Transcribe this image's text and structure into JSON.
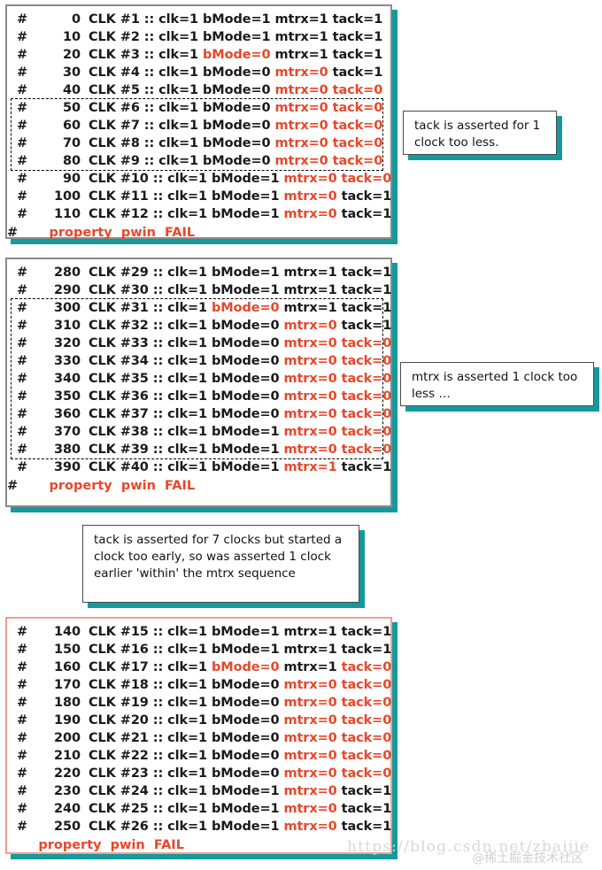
{
  "panels": [
    {
      "id": "panel-1",
      "border": "gray",
      "lines": [
        {
          "hash": "#",
          "time": "0",
          "clk": "CLK #1 :: clk=1 ",
          "parts": [
            {
              "t": "bMode=1 ",
              "c": "blk"
            },
            {
              "t": "mtrx=1 ",
              "c": "blk"
            },
            {
              "t": "tack=1",
              "c": "blk"
            }
          ]
        },
        {
          "hash": "#",
          "time": "10",
          "clk": "CLK #2 :: clk=1 ",
          "parts": [
            {
              "t": "bMode=1 ",
              "c": "blk"
            },
            {
              "t": "mtrx=1 ",
              "c": "blk"
            },
            {
              "t": "tack=1",
              "c": "blk"
            }
          ]
        },
        {
          "hash": "#",
          "time": "20",
          "clk": "CLK #3 :: clk=1 ",
          "parts": [
            {
              "t": "bMode=0 ",
              "c": "red"
            },
            {
              "t": "mtrx=1 ",
              "c": "blk"
            },
            {
              "t": "tack=1",
              "c": "blk"
            }
          ]
        },
        {
          "hash": "#",
          "time": "30",
          "clk": "CLK #4 :: clk=1 ",
          "parts": [
            {
              "t": "bMode=0 ",
              "c": "blk"
            },
            {
              "t": "mtrx=0 ",
              "c": "red"
            },
            {
              "t": "tack=1",
              "c": "blk"
            }
          ]
        },
        {
          "hash": "#",
          "time": "40",
          "clk": "CLK #5 :: clk=1 ",
          "parts": [
            {
              "t": "bMode=0 ",
              "c": "blk"
            },
            {
              "t": "mtrx=0 ",
              "c": "red"
            },
            {
              "t": "tack=0",
              "c": "red"
            }
          ]
        },
        {
          "hash": "#",
          "time": "50",
          "clk": "CLK #6 :: clk=1 ",
          "parts": [
            {
              "t": "bMode=0 ",
              "c": "blk"
            },
            {
              "t": "mtrx=0 ",
              "c": "red"
            },
            {
              "t": "tack=0",
              "c": "red"
            }
          ]
        },
        {
          "hash": "#",
          "time": "60",
          "clk": "CLK #7 :: clk=1 ",
          "parts": [
            {
              "t": "bMode=0 ",
              "c": "blk"
            },
            {
              "t": "mtrx=0 ",
              "c": "red"
            },
            {
              "t": "tack=0",
              "c": "red"
            }
          ]
        },
        {
          "hash": "#",
          "time": "70",
          "clk": "CLK #8 :: clk=1 ",
          "parts": [
            {
              "t": "bMode=0 ",
              "c": "blk"
            },
            {
              "t": "mtrx=0 ",
              "c": "red"
            },
            {
              "t": "tack=0",
              "c": "red"
            }
          ]
        },
        {
          "hash": "#",
          "time": "80",
          "clk": "CLK #9 :: clk=1 ",
          "parts": [
            {
              "t": "bMode=0 ",
              "c": "blk"
            },
            {
              "t": "mtrx=0 ",
              "c": "red"
            },
            {
              "t": "tack=0",
              "c": "red"
            }
          ]
        },
        {
          "hash": "#",
          "time": "90",
          "clk": "CLK #10 :: clk=1 ",
          "parts": [
            {
              "t": "bMode=1 ",
              "c": "blk"
            },
            {
              "t": "mtrx=0 ",
              "c": "red"
            },
            {
              "t": "tack=0",
              "c": "red"
            }
          ]
        },
        {
          "hash": "#",
          "time": "100",
          "clk": "CLK #11 :: clk=1 ",
          "parts": [
            {
              "t": "bMode=1 ",
              "c": "blk"
            },
            {
              "t": "mtrx=0 ",
              "c": "red"
            },
            {
              "t": "tack=1",
              "c": "blk"
            }
          ]
        },
        {
          "hash": "#",
          "time": "110",
          "clk": "CLK #12 :: clk=1 ",
          "parts": [
            {
              "t": "bMode=1 ",
              "c": "blk"
            },
            {
              "t": "mtrx=0 ",
              "c": "red"
            },
            {
              "t": "tack=1",
              "c": "blk"
            }
          ]
        }
      ],
      "fail": {
        "hash": "#",
        "text": "property  pwin  FAIL"
      },
      "dashed_from": 5,
      "dashed_to": 8
    },
    {
      "id": "panel-2",
      "border": "gray",
      "lines": [
        {
          "hash": "#",
          "time": "280",
          "clk": "CLK #29 :: clk=1 ",
          "parts": [
            {
              "t": "bMode=1 ",
              "c": "blk"
            },
            {
              "t": "mtrx=1 ",
              "c": "blk"
            },
            {
              "t": "tack=1",
              "c": "blk"
            }
          ]
        },
        {
          "hash": "#",
          "time": "290",
          "clk": "CLK #30 :: clk=1 ",
          "parts": [
            {
              "t": "bMode=1 ",
              "c": "blk"
            },
            {
              "t": "mtrx=1 ",
              "c": "blk"
            },
            {
              "t": "tack=1",
              "c": "blk"
            }
          ]
        },
        {
          "hash": "#",
          "time": "300",
          "clk": "CLK #31 :: clk=1 ",
          "parts": [
            {
              "t": "bMode=0 ",
              "c": "red"
            },
            {
              "t": "mtrx=1 ",
              "c": "blk"
            },
            {
              "t": "tack=1",
              "c": "blk"
            }
          ]
        },
        {
          "hash": "#",
          "time": "310",
          "clk": "CLK #32 :: clk=1 ",
          "parts": [
            {
              "t": "bMode=0 ",
              "c": "blk"
            },
            {
              "t": "mtrx=0 ",
              "c": "red"
            },
            {
              "t": "tack=1",
              "c": "blk"
            }
          ]
        },
        {
          "hash": "#",
          "time": "320",
          "clk": "CLK #33 :: clk=1 ",
          "parts": [
            {
              "t": "bMode=0 ",
              "c": "blk"
            },
            {
              "t": "mtrx=0 ",
              "c": "red"
            },
            {
              "t": "tack=0",
              "c": "red"
            }
          ]
        },
        {
          "hash": "#",
          "time": "330",
          "clk": "CLK #34 :: clk=1 ",
          "parts": [
            {
              "t": "bMode=0 ",
              "c": "blk"
            },
            {
              "t": "mtrx=0 ",
              "c": "red"
            },
            {
              "t": "tack=0",
              "c": "red"
            }
          ]
        },
        {
          "hash": "#",
          "time": "340",
          "clk": "CLK #35 :: clk=1 ",
          "parts": [
            {
              "t": "bMode=0 ",
              "c": "blk"
            },
            {
              "t": "mtrx=0 ",
              "c": "red"
            },
            {
              "t": "tack=0",
              "c": "red"
            }
          ]
        },
        {
          "hash": "#",
          "time": "350",
          "clk": "CLK #36 :: clk=1 ",
          "parts": [
            {
              "t": "bMode=0 ",
              "c": "blk"
            },
            {
              "t": "mtrx=0 ",
              "c": "red"
            },
            {
              "t": "tack=0",
              "c": "red"
            }
          ]
        },
        {
          "hash": "#",
          "time": "360",
          "clk": "CLK #37 :: clk=1 ",
          "parts": [
            {
              "t": "bMode=0 ",
              "c": "blk"
            },
            {
              "t": "mtrx=0 ",
              "c": "red"
            },
            {
              "t": "tack=0",
              "c": "red"
            }
          ]
        },
        {
          "hash": "#",
          "time": "370",
          "clk": "CLK #38 :: clk=1 ",
          "parts": [
            {
              "t": "bMode=1 ",
              "c": "blk"
            },
            {
              "t": "mtrx=0 ",
              "c": "red"
            },
            {
              "t": "tack=0",
              "c": "red"
            }
          ]
        },
        {
          "hash": "#",
          "time": "380",
          "clk": "CLK #39 :: clk=1 ",
          "parts": [
            {
              "t": "bMode=1 ",
              "c": "blk"
            },
            {
              "t": "mtrx=0 ",
              "c": "red"
            },
            {
              "t": "tack=0",
              "c": "red"
            }
          ]
        },
        {
          "hash": "#",
          "time": "390",
          "clk": "CLK #40 :: clk=1 ",
          "parts": [
            {
              "t": "bMode=1 ",
              "c": "blk"
            },
            {
              "t": "mtrx=1 ",
              "c": "red"
            },
            {
              "t": "tack=1",
              "c": "blk"
            }
          ]
        }
      ],
      "fail": {
        "hash": "#",
        "text": "property  pwin  FAIL"
      },
      "dashed_from": 2,
      "dashed_to": 10
    },
    {
      "id": "panel-3",
      "border": "red",
      "lines": [
        {
          "hash": "#",
          "time": "140",
          "clk": "CLK #15 :: clk=1 ",
          "parts": [
            {
              "t": "bMode=1 ",
              "c": "blk"
            },
            {
              "t": "mtrx=1 ",
              "c": "blk"
            },
            {
              "t": "tack=1",
              "c": "blk"
            }
          ]
        },
        {
          "hash": "#",
          "time": "150",
          "clk": "CLK #16 :: clk=1 ",
          "parts": [
            {
              "t": "bMode=1 ",
              "c": "blk"
            },
            {
              "t": "mtrx=1 ",
              "c": "blk"
            },
            {
              "t": "tack=1",
              "c": "blk"
            }
          ]
        },
        {
          "hash": "#",
          "time": "160",
          "clk": "CLK #17 :: clk=1 ",
          "parts": [
            {
              "t": "bMode=0 ",
              "c": "red"
            },
            {
              "t": "mtrx=1 ",
              "c": "blk"
            },
            {
              "t": "tack=0",
              "c": "red"
            }
          ]
        },
        {
          "hash": "#",
          "time": "170",
          "clk": "CLK #18 :: clk=1 ",
          "parts": [
            {
              "t": "bMode=0 ",
              "c": "blk"
            },
            {
              "t": "mtrx=0 ",
              "c": "red"
            },
            {
              "t": "tack=0",
              "c": "red"
            }
          ]
        },
        {
          "hash": "#",
          "time": "180",
          "clk": "CLK #19 :: clk=1 ",
          "parts": [
            {
              "t": "bMode=0 ",
              "c": "blk"
            },
            {
              "t": "mtrx=0 ",
              "c": "red"
            },
            {
              "t": "tack=0",
              "c": "red"
            }
          ]
        },
        {
          "hash": "#",
          "time": "190",
          "clk": "CLK #20 :: clk=1 ",
          "parts": [
            {
              "t": "bMode=0 ",
              "c": "blk"
            },
            {
              "t": "mtrx=0 ",
              "c": "red"
            },
            {
              "t": "tack=0",
              "c": "red"
            }
          ]
        },
        {
          "hash": "#",
          "time": "200",
          "clk": "CLK #21 :: clk=1 ",
          "parts": [
            {
              "t": "bMode=0 ",
              "c": "blk"
            },
            {
              "t": "mtrx=0 ",
              "c": "red"
            },
            {
              "t": "tack=0",
              "c": "red"
            }
          ]
        },
        {
          "hash": "#",
          "time": "210",
          "clk": "CLK #22 :: clk=1 ",
          "parts": [
            {
              "t": "bMode=0 ",
              "c": "blk"
            },
            {
              "t": "mtrx=0 ",
              "c": "red"
            },
            {
              "t": "tack=0",
              "c": "red"
            }
          ]
        },
        {
          "hash": "#",
          "time": "220",
          "clk": "CLK #23 :: clk=1 ",
          "parts": [
            {
              "t": "bMode=0 ",
              "c": "blk"
            },
            {
              "t": "mtrx=0 ",
              "c": "red"
            },
            {
              "t": "tack=0",
              "c": "red"
            }
          ]
        },
        {
          "hash": "#",
          "time": "230",
          "clk": "CLK #24 :: clk=1 ",
          "parts": [
            {
              "t": "bMode=1 ",
              "c": "blk"
            },
            {
              "t": "mtrx=0 ",
              "c": "red"
            },
            {
              "t": "tack=1",
              "c": "blk"
            }
          ]
        },
        {
          "hash": "#",
          "time": "240",
          "clk": "CLK #25 :: clk=1 ",
          "parts": [
            {
              "t": "bMode=1 ",
              "c": "blk"
            },
            {
              "t": "mtrx=0 ",
              "c": "red"
            },
            {
              "t": "tack=1",
              "c": "blk"
            }
          ]
        },
        {
          "hash": "#",
          "time": "250",
          "clk": "CLK #26 :: clk=1 ",
          "parts": [
            {
              "t": "bMode=1 ",
              "c": "blk"
            },
            {
              "t": "mtrx=0 ",
              "c": "red"
            },
            {
              "t": "tack=1",
              "c": "blk"
            }
          ]
        }
      ],
      "fail": {
        "hash": "",
        "text": "property  pwin  FAIL"
      },
      "dashed_from": -1,
      "dashed_to": -1
    }
  ],
  "notes": {
    "note_1": "tack is asserted for 1 clock too less.",
    "note_2": "mtrx is asserted 1 clock too less …",
    "note_3": "tack is asserted for 7 clocks but started a clock too early, so was asserted 1 clock earlier 'within' the mtrx sequence"
  },
  "watermark": {
    "url": "https://blog.csdn.net/zbaijie",
    "community": "@稀土掘金技术社区"
  },
  "colors": {
    "accent_red": "#e8472a",
    "shadow_teal": "#149a9e",
    "panel_border_gray": "#8a8a8a",
    "panel_border_red": "#f0a08c",
    "text_black": "#1a1a1a"
  }
}
